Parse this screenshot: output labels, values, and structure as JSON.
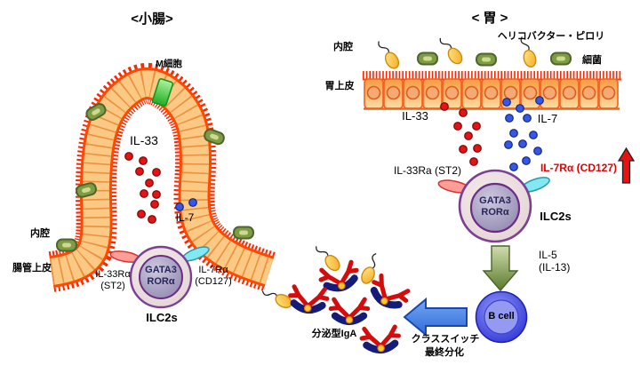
{
  "left_panel": {
    "title": "<小腸>",
    "m_cell_label": "M細胞",
    "il33_label": "IL-33",
    "il7_label": "IL-7",
    "lumen_label": "内腔",
    "epithelium_label": "腸管上皮",
    "il33_receptor_line1": "IL-33Rα",
    "il33_receptor_line2": "(ST2)",
    "il7_receptor_line1": "IL-7Rα",
    "il7_receptor_line2": "(CD127)",
    "cell_gene1": "GATA3",
    "cell_gene2": "RORα",
    "cell_name": "ILC2s"
  },
  "right_panel": {
    "title": "< 胃 >",
    "helicobacter_label": "ヘリコバクター・ピロリ",
    "lumen_label": "内腔",
    "bacteria_label": "細菌",
    "epithelium_label": "胃上皮",
    "il33_label": "IL-33",
    "il7_label": "IL-7",
    "il33_receptor_label": "IL-33Ra (ST2)",
    "il7_receptor_label": "IL-7Rα (CD127)",
    "cell_gene1": "GATA3",
    "cell_gene2": "RORα",
    "cell_name": "ILC2s",
    "il5_label": "IL-5",
    "il13_label": "(IL-13)",
    "b_cell_label": "B cell",
    "class_switch_label": "クラススイッチ",
    "differentiation_label": "最終分化",
    "siga_label": "分泌型IgA"
  },
  "colors": {
    "epithelium_orange": "#f8aa56",
    "brush_border_red": "#ff2600",
    "il33_dot_red": "#e41414",
    "il7_dot_blue": "#3558e8",
    "ilc2_outer_beige": "#ecdede",
    "ilc2_inner_lavender": "#a49cc0",
    "ilc2_outline_purple": "#7b3f93",
    "bacteria_green": "#7d9c44",
    "m_cell_green": "#2fd032",
    "b_cell_blue": "#2a30d0",
    "iga_red": "#d40c0c",
    "iga_secretory_navy": "#141b78",
    "pylori_yellow": "#ffd34d",
    "arrow_green": "#6b8637",
    "arrow_blue": "#4285e8",
    "upregulation_arrow_red": "#e81212"
  }
}
